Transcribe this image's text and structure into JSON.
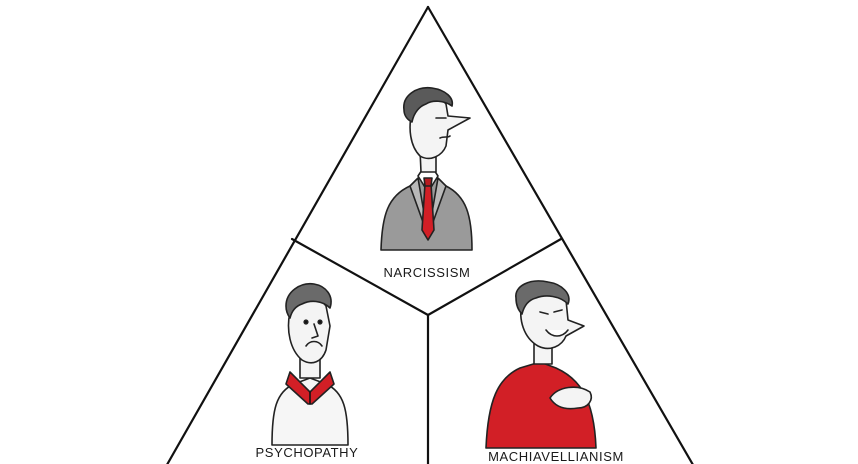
{
  "diagram": {
    "segments": [
      {
        "id": "top",
        "label": "NARCISSISM",
        "figure": "man-in-grey-suit-with-red-tie"
      },
      {
        "id": "left",
        "label": "PSYCHOPATHY",
        "figure": "man-with-red-collar"
      },
      {
        "id": "right",
        "label": "MACHIAVELLIANISM",
        "figure": "grinning-man-in-red-sweater"
      }
    ],
    "colors": {
      "line": "#111111",
      "accent_red": "#d21f26",
      "suit_grey": "#9a9a9a",
      "background": "#ffffff"
    }
  }
}
